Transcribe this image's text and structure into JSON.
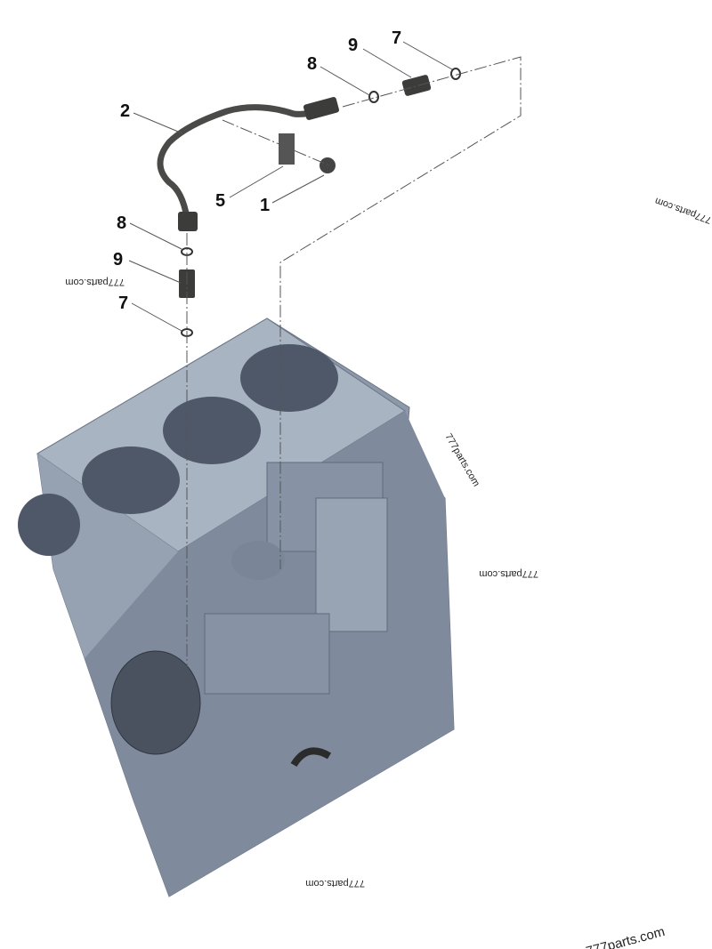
{
  "diagram": {
    "callouts": [
      "7",
      "9",
      "8",
      "2",
      "5",
      "1",
      "8",
      "9",
      "7"
    ],
    "watermarks": [
      "777parts.com",
      "777parts.com",
      "777parts.com",
      "777parts.com",
      "777parts.com",
      "777parts.com"
    ],
    "colors": {
      "block": "#8d99aa",
      "block_dark": "#5f6b7b",
      "pipe": "#4a4a48"
    }
  }
}
